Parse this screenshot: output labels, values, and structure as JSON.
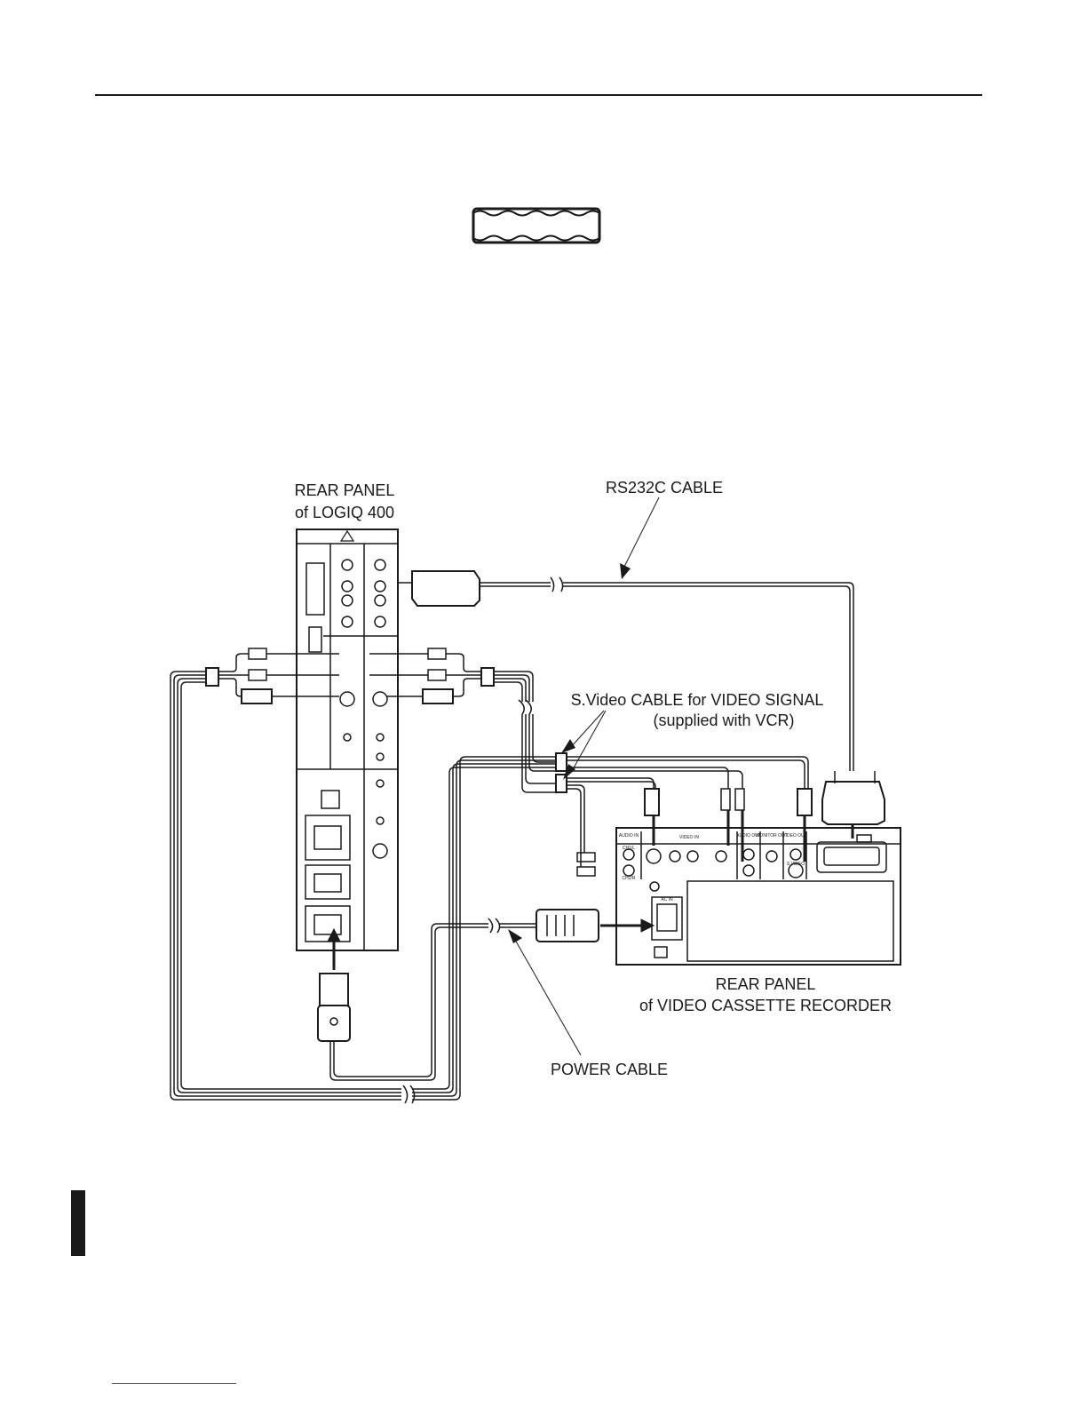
{
  "labels": {
    "rear_panel_logiq_line1": "REAR PANEL",
    "rear_panel_logiq_line2": "of LOGIQ 400",
    "rs232c_cable": "RS232C CABLE",
    "svideo_cable_line1": "S.Video CABLE for VIDEO SIGNAL",
    "svideo_cable_line2": "(supplied with VCR)",
    "rear_panel_vcr_line1": "REAR PANEL",
    "rear_panel_vcr_line2": "of VIDEO CASSETTE RECORDER",
    "power_cable": "POWER CABLE"
  },
  "vcr_panel_labels": {
    "audio_in": "AUDIO IN",
    "video_in": "VIDEO IN",
    "audio_out": "AUDIO OUT",
    "monitor_out": "MONITOR OUT",
    "video_out": "VIDEO OUT",
    "ch1l": "CH1/L",
    "ch2r": "CH2/R",
    "s_video": "S VIDEO",
    "ac_in": "AC IN"
  }
}
